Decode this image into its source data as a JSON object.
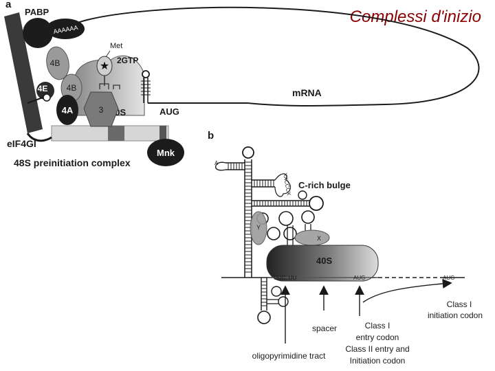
{
  "slide": {
    "title": "Complessi d'inizio",
    "title_color": "#8b0000"
  },
  "panel_a": {
    "letter": "a",
    "pabp": "PABP",
    "polya": "AAAAAA",
    "eif4b_upper": "4B",
    "eif4b_lower": "4B",
    "eif4e": "4E",
    "eif4a": "4A",
    "eif3": "3",
    "met": "Met",
    "gtp": "2GTP",
    "ribosome": "40S",
    "aug": "AUG",
    "mrna": "mRNA",
    "eif4gi": "eIF4GI",
    "mnk": "Mnk",
    "caption": "48S preinitiation complex"
  },
  "panel_b": {
    "letter": "b",
    "c_rich": "C-rich bulge",
    "bulge_letters": "XXCCCX",
    "loop_a": "A",
    "y_label": "Y",
    "x_label": "X",
    "ribosome": "40S",
    "tract_seq": "UUC..UU",
    "aug_inner": "AUG",
    "aug_outer": "AUG",
    "class1_codon": [
      "Class I",
      "initiation codon"
    ],
    "spacer": "spacer",
    "entry_codon": [
      "Class I",
      "entry codon",
      "Class II entry and",
      "Initiation codon"
    ],
    "oligo": "oligopyrimidine tract"
  },
  "colors": {
    "dark": "#1c1c1c",
    "mid": "#6e6e6e",
    "light": "#bdbdbd",
    "pale": "#dcdcdc"
  }
}
